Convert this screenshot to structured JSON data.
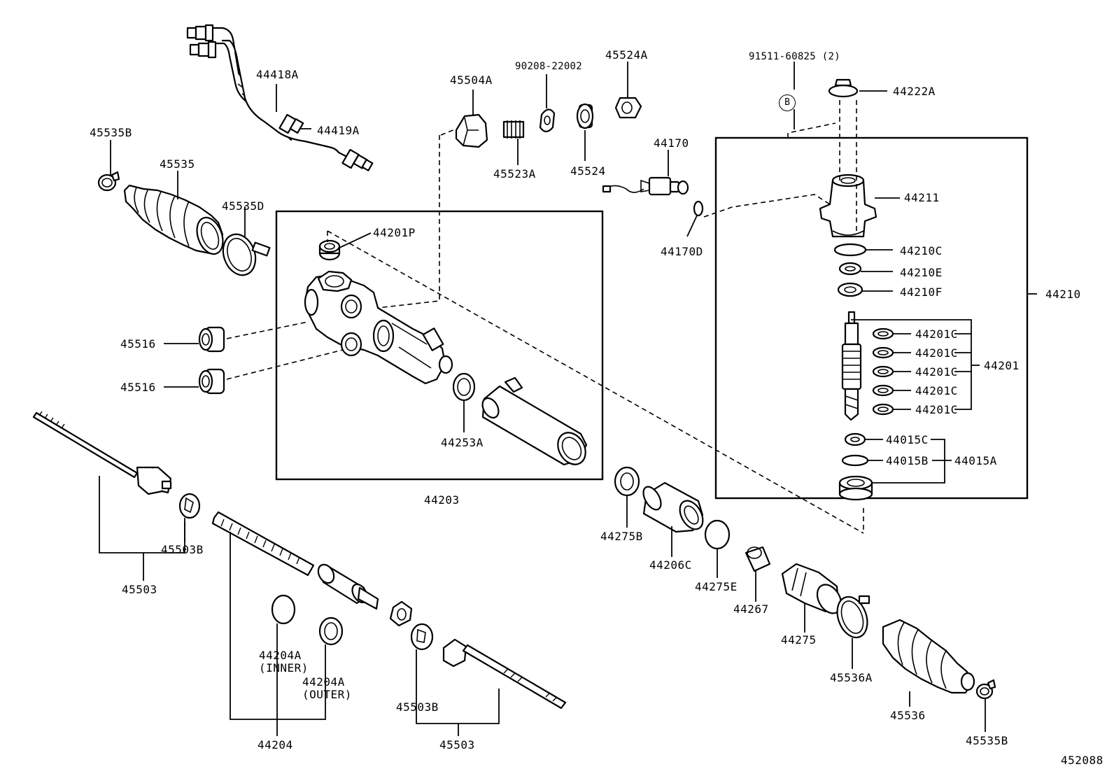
{
  "diagram_id": "452088",
  "reference_marker": "B",
  "labels": {
    "p44418A": "44418A",
    "p44419A": "44419A",
    "p45535B_top": "45535B",
    "p45535": "45535",
    "p45535D": "45535D",
    "p45504A": "45504A",
    "p90208": "90208-22002",
    "p45524A": "45524A",
    "p45523A": "45523A",
    "p45524": "45524",
    "p91511": "91511-60825 (2)",
    "p44222A": "44222A",
    "p44170": "44170",
    "p44170D": "44170D",
    "p44211": "44211",
    "p44201P": "44201P",
    "p44210C": "44210C",
    "p44210E": "44210E",
    "p44210F": "44210F",
    "p44210": "44210",
    "p45516_a": "45516",
    "p45516_b": "45516",
    "p44201C_1": "44201C",
    "p44201C_2": "44201C",
    "p44201C_3": "44201C",
    "p44201C_4": "44201C",
    "p44201C_5": "44201C",
    "p44201": "44201",
    "p44253A": "44253A",
    "p44203": "44203",
    "p44015C": "44015C",
    "p44015B": "44015B",
    "p44015A": "44015A",
    "p44275B": "44275B",
    "p44206C": "44206C",
    "p44275E": "44275E",
    "p44267": "44267",
    "p44275": "44275",
    "p45503B_left": "45503B",
    "p45503_left": "45503",
    "p44204A_inner": "44204A",
    "p44204A_inner_note": "(INNER)",
    "p44204A_outer": "44204A",
    "p44204A_outer_note": "(OUTER)",
    "p44204": "44204",
    "p45503B_mid": "45503B",
    "p45503_mid": "45503",
    "p45536A": "45536A",
    "p45536": "45536",
    "p45535B_bottom": "45535B"
  }
}
